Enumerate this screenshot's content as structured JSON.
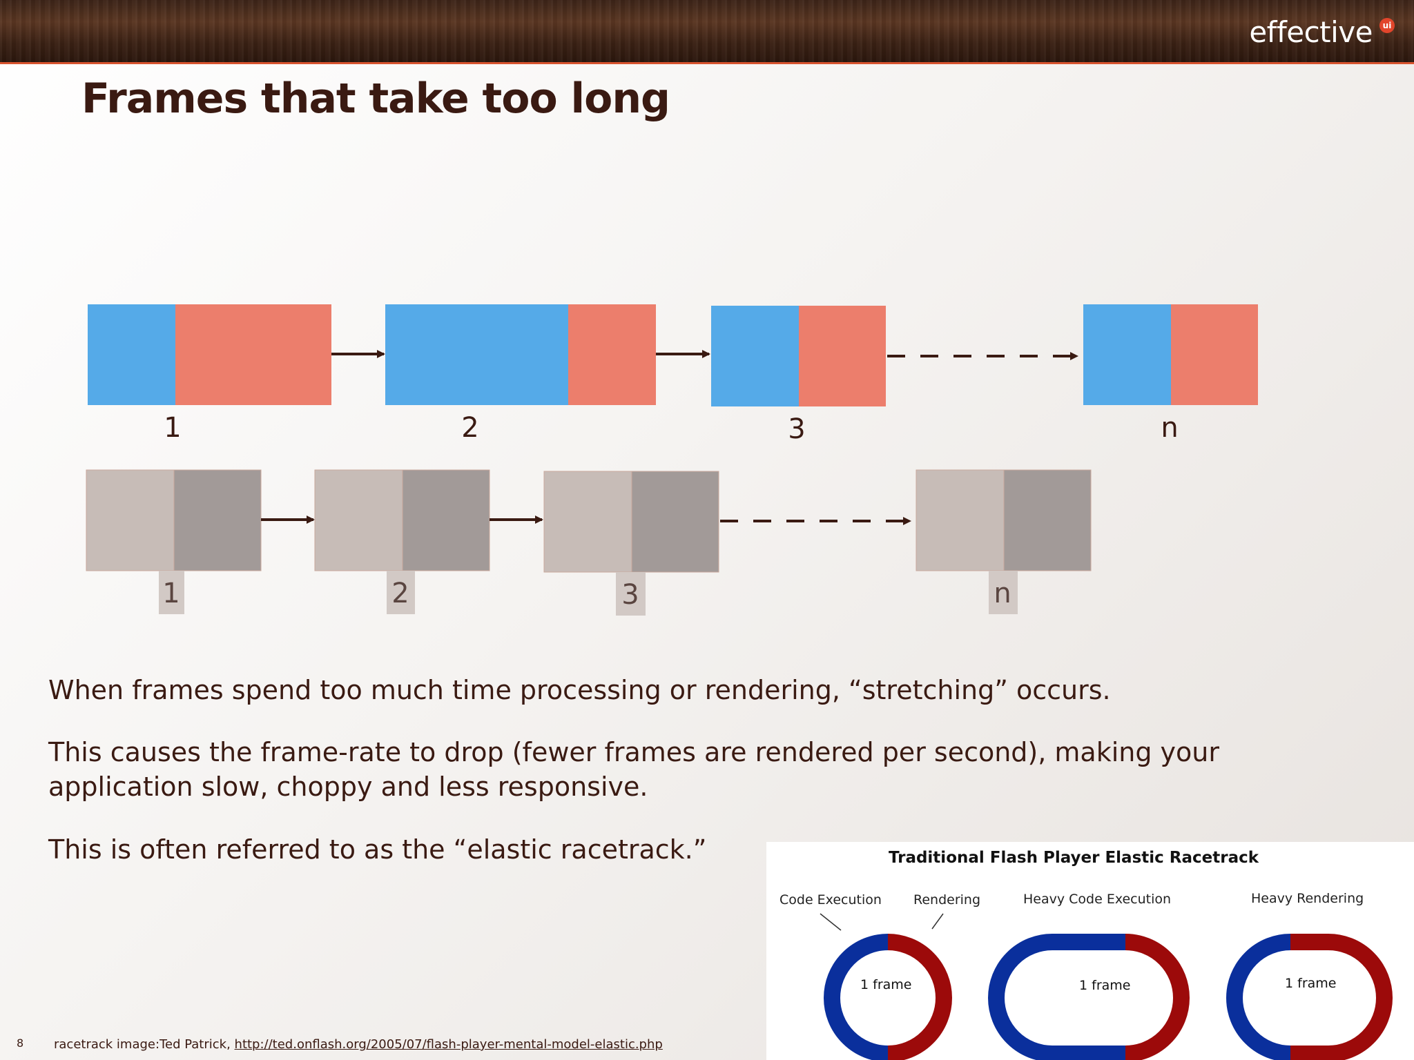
{
  "header": {
    "brand": "effective",
    "brand_badge": "ui"
  },
  "slide": {
    "title": "Frames that take too long",
    "paragraphs": [
      "When frames spend too much time processing or rendering, “stretching” occurs.",
      "This causes the frame-rate to drop (fewer frames are rendered per second), making your application slow, choppy and less responsive.",
      "This is often referred to as the “elastic racetrack.”"
    ],
    "number": "8"
  },
  "diagram": {
    "colors": {
      "code": "#55aae8",
      "render": "#ec7e6c",
      "ideal_code": "#c7bcb7",
      "ideal_render": "#a29a98",
      "arrow": "#3a1a12"
    },
    "top_row_labels": [
      "1",
      "2",
      "3",
      "n"
    ],
    "bottom_row_labels": [
      "1",
      "2",
      "3",
      "n"
    ]
  },
  "racetrack_image": {
    "title": "Traditional Flash Player Elastic Racetrack",
    "labels": [
      "Code Execution",
      "Rendering",
      "Heavy Code Execution",
      "Heavy Rendering"
    ],
    "frame_label": "1 frame",
    "colors": {
      "code": "#0a2f9c",
      "render": "#9c0a0a"
    }
  },
  "footer": {
    "credit_prefix": "racetrack image:Ted Patrick,",
    "credit_link": "http://ted.onflash.org/2005/07/flash-player-mental-model-elastic.php"
  }
}
